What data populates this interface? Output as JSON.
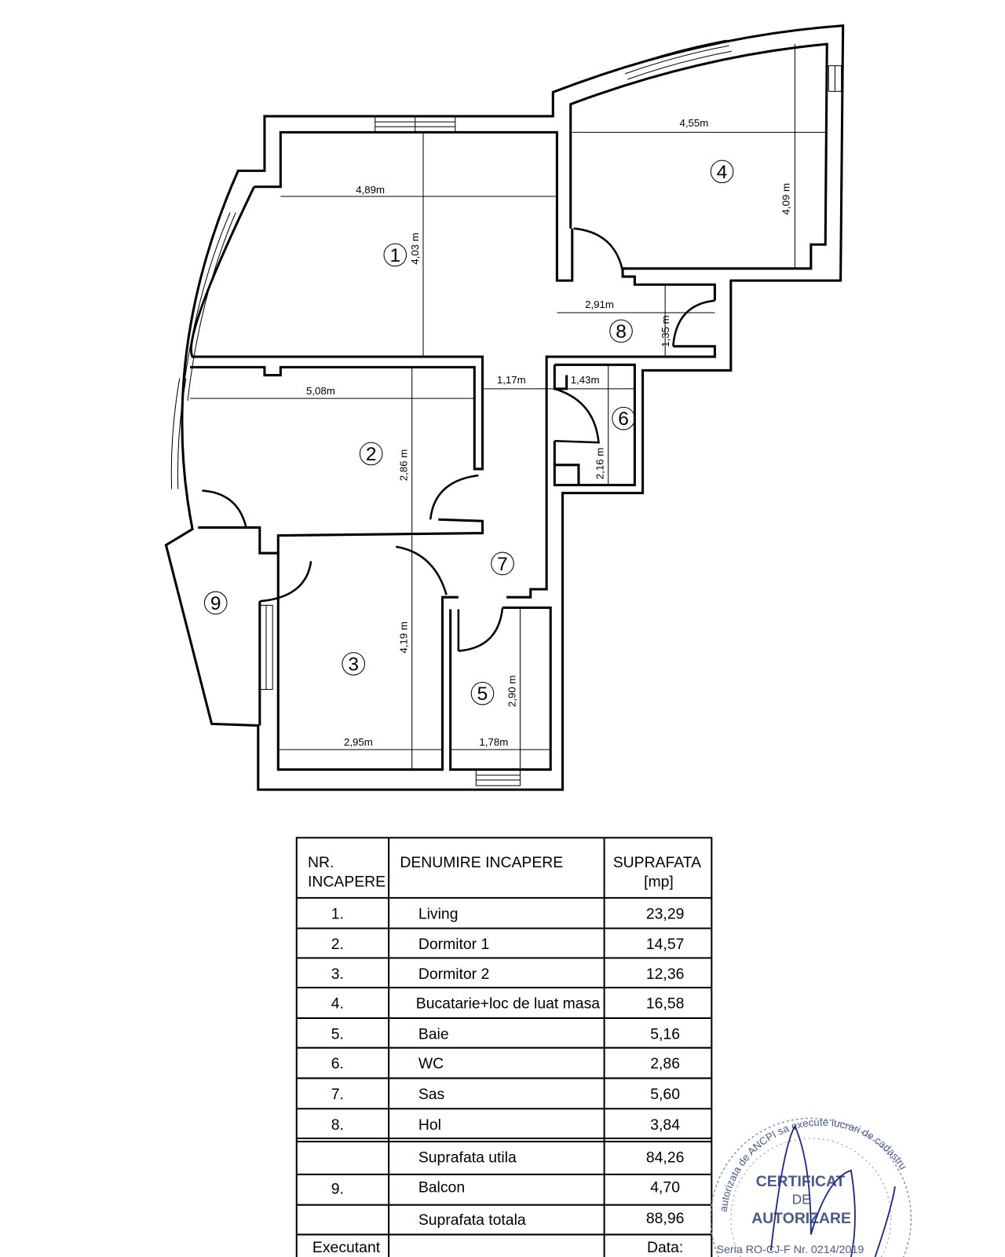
{
  "plan": {
    "dimensions": {
      "room1_w": "4,89m",
      "room1_h": "4,03 m",
      "room4_w": "4,55m",
      "room4_h": "4,09 m",
      "room8_w": "2,91m",
      "room8_h": "1,35 m",
      "room2_w": "5,08m",
      "room2_h": "2,86 m",
      "sas_w": "1,17m",
      "room6_w": "1,43m",
      "room6_h": "2,16 m",
      "room3_w": "2,95m",
      "room3_h": "4,19 m",
      "room5_w": "1,78m",
      "room5_h": "2,90 m"
    },
    "room_numbers": [
      "1",
      "2",
      "3",
      "4",
      "5",
      "6",
      "7",
      "8",
      "9"
    ]
  },
  "table": {
    "headers": {
      "nr": [
        "NR.",
        "INCAPERE"
      ],
      "name": "DENUMIRE INCAPERE",
      "area": [
        "SUPRAFATA",
        "[mp]"
      ]
    },
    "rows": [
      {
        "nr": "1.",
        "name": "Living",
        "area": "23,29"
      },
      {
        "nr": "2.",
        "name": "Dormitor 1",
        "area": "14,57"
      },
      {
        "nr": "3.",
        "name": "Dormitor 2",
        "area": "12,36"
      },
      {
        "nr": "4.",
        "name": "Bucatarie+loc de luat masa",
        "area": "16,58"
      },
      {
        "nr": "5.",
        "name": "Baie",
        "area": "5,16"
      },
      {
        "nr": "6.",
        "name": "WC",
        "area": "2,86"
      },
      {
        "nr": "7.",
        "name": "Sas",
        "area": "5,60"
      },
      {
        "nr": "8.",
        "name": "Hol",
        "area": "3,84"
      }
    ],
    "useful": {
      "name": "Suprafata utila",
      "area": "84,26"
    },
    "balcony": {
      "nr": "9.",
      "name": "Balcon",
      "area": "4,70"
    },
    "total": {
      "name": "Suprafata totala",
      "area": "88,96"
    },
    "footer": {
      "executant": "Executant",
      "date": "Data:"
    }
  },
  "stamp": {
    "line1": "CERTIFICAT",
    "line2": "DE",
    "line3": "AUTORIZARE",
    "series": "Seria RO-CJ-F Nr. 0214/2019",
    "ring_text": "autorizata de ANCPI sa execute lucrari de cadastru",
    "color": "#4a5a8a"
  }
}
